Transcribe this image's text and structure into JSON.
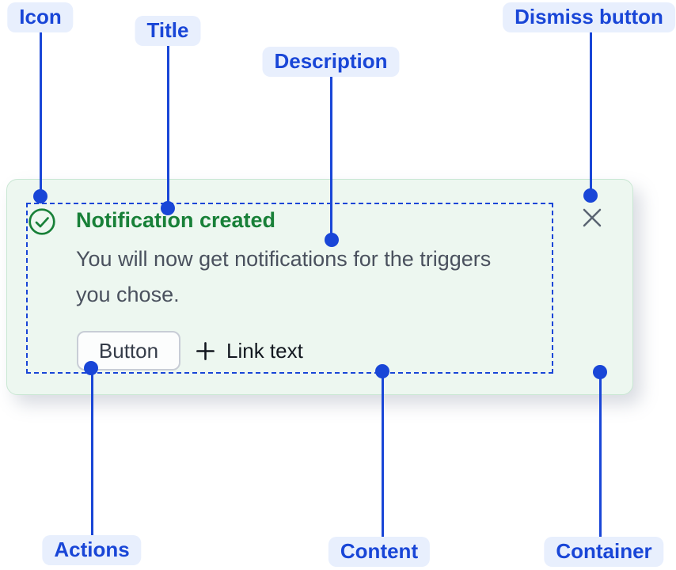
{
  "toast": {
    "title": "Notification created",
    "description_line1": "You will now get notifications for the triggers",
    "description_line2": "you chose.",
    "actions": {
      "button_label": "Button",
      "link_label": "Link text"
    },
    "icons": {
      "status_icon": "success-check-icon",
      "link_icon": "plus-icon",
      "dismiss_icon": "close-x-icon"
    },
    "colors": {
      "card_background": "#EDF7F0",
      "card_border": "#C9E7D3",
      "title_green": "#188038",
      "description_gray": "#4A515E",
      "dismiss_gray": "#5A6472"
    }
  },
  "annotations": {
    "icon": "Icon",
    "title": "Title",
    "description": "Description",
    "dismiss": "Dismiss button",
    "actions": "Actions",
    "content": "Content",
    "container": "Container",
    "accent_blue": "#1946D7",
    "pill_background": "#E8EFFD"
  }
}
